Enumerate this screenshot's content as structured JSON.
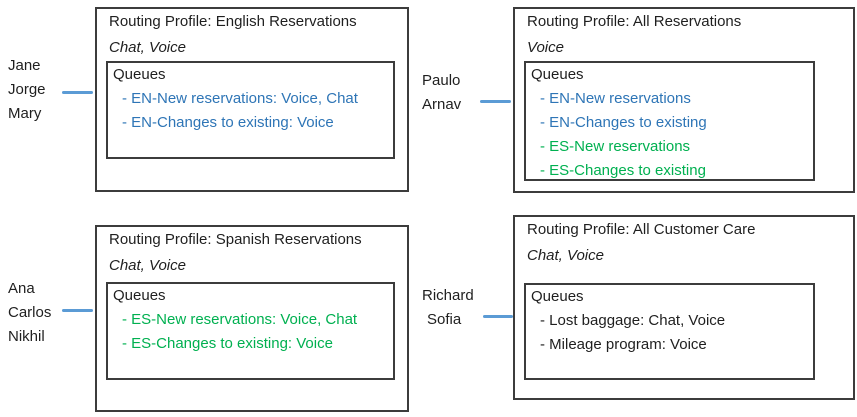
{
  "colors": {
    "connector": "#5B9BD5",
    "border": "#3c3c3c",
    "queue_blue": "#2E75B6",
    "queue_green": "#00B050",
    "queue_black": "#1F1F1F"
  },
  "groups": [
    {
      "agents": [
        "Jane",
        "Jorge",
        "Mary"
      ],
      "profile_title": "Routing Profile: English Reservations",
      "channels": "Chat, Voice",
      "queues_label": "Queues",
      "queues": [
        {
          "text": "- EN-New reservations: Voice, Chat",
          "color": "#2E75B6"
        },
        {
          "text": "- EN-Changes to existing: Voice",
          "color": "#2E75B6"
        }
      ]
    },
    {
      "agents": [
        "Paulo",
        "Arnav"
      ],
      "profile_title": "Routing Profile: All Reservations",
      "channels": "Voice",
      "queues_label": "Queues",
      "queues": [
        {
          "text": "- EN-New reservations",
          "color": "#2E75B6"
        },
        {
          "text": "- EN-Changes to existing",
          "color": "#2E75B6"
        },
        {
          "text": "- ES-New reservations",
          "color": "#00B050"
        },
        {
          "text": "- ES-Changes to existing",
          "color": "#00B050"
        }
      ]
    },
    {
      "agents": [
        "Ana",
        "Carlos",
        "Nikhil"
      ],
      "profile_title": "Routing Profile: Spanish Reservations",
      "channels": "Chat, Voice",
      "queues_label": "Queues",
      "queues": [
        {
          "text": "- ES-New reservations: Voice, Chat",
          "color": "#00B050"
        },
        {
          "text": "- ES-Changes to existing: Voice",
          "color": "#00B050"
        }
      ]
    },
    {
      "agents": [
        "Richard",
        "Sofia"
      ],
      "profile_title": "Routing Profile: All Customer Care",
      "channels": "Chat, Voice",
      "queues_label": "Queues",
      "queues": [
        {
          "text": "- Lost baggage: Chat, Voice",
          "color": "#1F1F1F"
        },
        {
          "text": "- Mileage program: Voice",
          "color": "#1F1F1F"
        }
      ]
    }
  ]
}
